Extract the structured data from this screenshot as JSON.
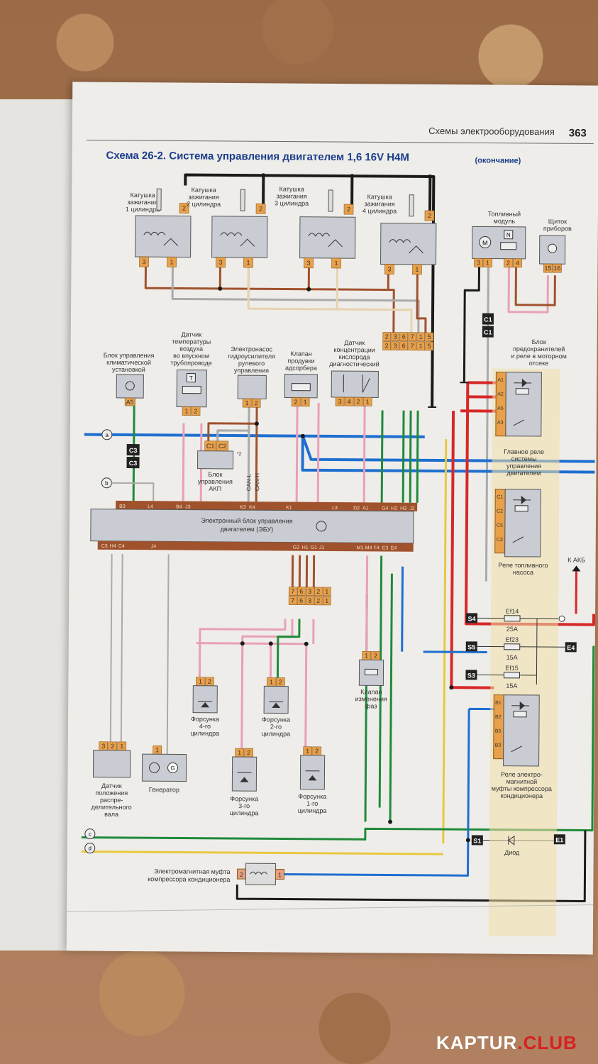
{
  "header": {
    "section": "Схемы электрооборудования",
    "page_number": "363",
    "title": "Схема 26-2. Система управления двигателем 1,6 16V H4M",
    "title_suffix": "(окончание)"
  },
  "coils": [
    {
      "label1": "Катушка",
      "label2": "зажигания",
      "label3": "1 цилиндра",
      "pins": [
        "3",
        "1",
        "2"
      ]
    },
    {
      "label1": "Катушка",
      "label2": "зажигания",
      "label3": "2 цилиндра",
      "pins": [
        "3",
        "1",
        "2"
      ]
    },
    {
      "label1": "Катушка",
      "label2": "зажигания",
      "label3": "3 цилиндра",
      "pins": [
        "3",
        "1",
        "2"
      ]
    },
    {
      "label1": "Катушка",
      "label2": "зажигания",
      "label3": "4 цилиндра",
      "pins": [
        "3",
        "1",
        "2"
      ]
    }
  ],
  "fuel_module": {
    "label1": "Топливный",
    "label2": "модуль",
    "pins": [
      "3",
      "1",
      "2",
      "4"
    ],
    "n": "N",
    "m": "M"
  },
  "dashboard": {
    "label1": "Щиток",
    "label2": "приборов",
    "pins": [
      "15",
      "16"
    ]
  },
  "c1": "C1",
  "connector_top": [
    "2",
    "3",
    "6",
    "7",
    "1",
    "5"
  ],
  "fuse_box": {
    "l1": "Блок",
    "l2": "предохранителей",
    "l3": "и реле в моторном",
    "l4": "отсеке"
  },
  "sensors": [
    {
      "l1": "Блок управления",
      "l2": "климатической",
      "l3": "установкой",
      "pins": [
        "A5"
      ]
    },
    {
      "l1": "Датчик",
      "l2": "температуры",
      "l3": "воздуха",
      "l4": "во впускном",
      "l5": "трубопроводе",
      "pins": [
        "1",
        "2"
      ],
      "t": "T"
    },
    {
      "l1": "Электронасос",
      "l2": "гидроусилителя",
      "l3": "рулевого",
      "l4": "управления",
      "pins": [
        "1",
        "2"
      ]
    },
    {
      "l1": "Клапан",
      "l2": "продувки",
      "l3": "адсорбера",
      "pins": [
        "2",
        "1"
      ]
    },
    {
      "l1": "Датчик",
      "l2": "концентрации",
      "l3": "кислорода",
      "l4": "диагностический",
      "pins": [
        "3",
        "4",
        "2",
        "1"
      ]
    }
  ],
  "akp": {
    "l1": "Блок",
    "l2": "управления",
    "l3": "АКП",
    "pins": [
      "C1",
      "C2"
    ],
    "note": "*2",
    "can_l": "CAN-L",
    "can_h": "CAN-H"
  },
  "c3": "C3",
  "markers": {
    "a": "a",
    "b": "b",
    "c": "c",
    "d": "d"
  },
  "ecu": {
    "l1": "Электронный блок управления",
    "l2": "двигателем (ЭБУ)",
    "top_pins": [
      "B3",
      "L4",
      "B4",
      "J3",
      "K3",
      "K4",
      "K1",
      "L3",
      "D2",
      "A1",
      "G4",
      "H2",
      "H3",
      "J2"
    ],
    "bottom_pins": [
      "C3",
      "H4",
      "C4",
      "J4",
      "G2",
      "H1",
      "G1",
      "J1",
      "M1",
      "M4",
      "F4",
      "E3",
      "E4"
    ]
  },
  "main_relay": {
    "pins": [
      "A1",
      "A2",
      "A5",
      "A3"
    ],
    "l1": "Главное реле",
    "l2": "системы",
    "l3": "управления",
    "l4": "двигателем"
  },
  "fuel_relay": {
    "pins": [
      "C1",
      "C2",
      "C5",
      "C3"
    ],
    "l1": "Реле топливного",
    "l2": "насоса"
  },
  "battery": "К АКБ",
  "fuses": [
    {
      "tag": "S4",
      "name": "Ef14",
      "rating": "25A"
    },
    {
      "tag": "S5",
      "name": "Ef23",
      "rating": "15A",
      "out": "E4"
    },
    {
      "tag": "S3",
      "name": "Ef15",
      "rating": "15A"
    }
  ],
  "connector_mid": [
    "7",
    "6",
    "3",
    "2",
    "1"
  ],
  "injectors": [
    {
      "l1": "Форсунка",
      "l2": "4-го",
      "l3": "цилиндра",
      "pins": [
        "1",
        "2"
      ]
    },
    {
      "l1": "Форсунка",
      "l2": "2-го",
      "l3": "цилиндра",
      "pins": [
        "1",
        "2"
      ]
    },
    {
      "l1": "Форсунка",
      "l2": "3-го",
      "l3": "цилиндра",
      "pins": [
        "1",
        "2"
      ]
    },
    {
      "l1": "Форсунка",
      "l2": "1-го",
      "l3": "цилиндра",
      "pins": [
        "1",
        "2"
      ]
    }
  ],
  "phase_valve": {
    "l1": "Клапан",
    "l2": "изменения",
    "l3": "фаз",
    "pins": [
      "1",
      "2"
    ]
  },
  "camshaft": {
    "l1": "Датчик",
    "l2": "положения",
    "l3": "распре-",
    "l4": "делительного",
    "l5": "вала",
    "pins": [
      "3",
      "2",
      "1"
    ]
  },
  "generator": {
    "l1": "Генератор",
    "pins": [
      "1"
    ],
    "g": "G"
  },
  "ac_relay": {
    "pins": [
      "B1",
      "B2",
      "B5",
      "B3"
    ],
    "l1": "Реле электро-",
    "l2": "магнитной",
    "l3": "муфты компрессора",
    "l4": "кондиционера"
  },
  "diode": {
    "l1": "Диод",
    "s1": "S1",
    "e1": "E1"
  },
  "clutch": {
    "l1": "Электромагнитная муфта",
    "l2": "компрессора кондиционера",
    "pins": [
      "2",
      "1"
    ]
  },
  "watermark": {
    "w1": "KAPTUR",
    "w2": ".CLUB"
  },
  "colors": {
    "brown": "#a0522d",
    "pink": "#e8a0b8",
    "blue": "#1e6fd0",
    "green": "#1f8a3a",
    "red": "#d62828",
    "yellow": "#e8c840",
    "gray": "#a8a8a8",
    "black": "#1a1a1a",
    "pin": "#e8a04a"
  }
}
